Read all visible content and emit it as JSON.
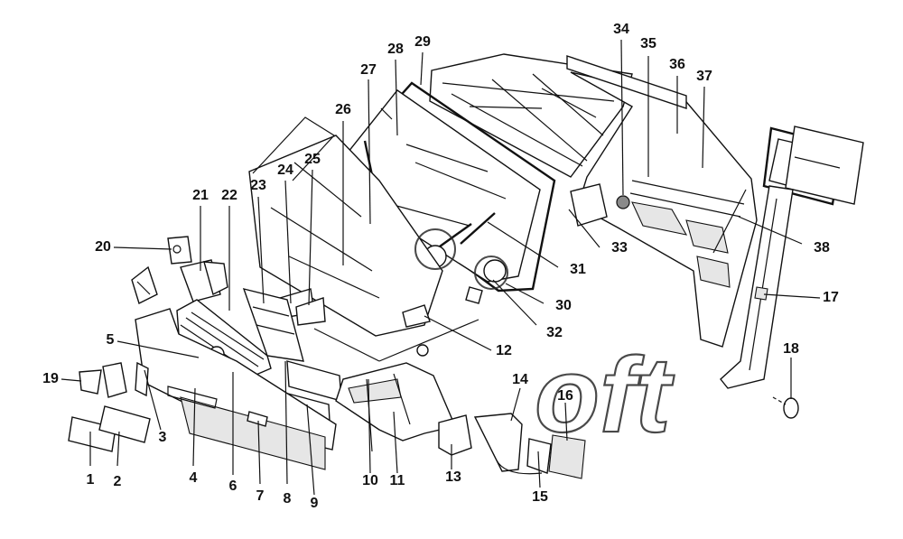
{
  "diagram": {
    "callouts": [
      {
        "n": "1"
      },
      {
        "n": "2"
      },
      {
        "n": "3"
      },
      {
        "n": "4"
      },
      {
        "n": "5"
      },
      {
        "n": "6"
      },
      {
        "n": "7"
      },
      {
        "n": "8"
      },
      {
        "n": "9"
      },
      {
        "n": "10"
      },
      {
        "n": "11"
      },
      {
        "n": "12"
      },
      {
        "n": "13"
      },
      {
        "n": "14"
      },
      {
        "n": "15"
      },
      {
        "n": "16"
      },
      {
        "n": "17"
      },
      {
        "n": "18"
      },
      {
        "n": "19"
      },
      {
        "n": "20"
      },
      {
        "n": "21"
      },
      {
        "n": "22"
      },
      {
        "n": "23"
      },
      {
        "n": "24"
      },
      {
        "n": "25"
      },
      {
        "n": "26"
      },
      {
        "n": "27"
      },
      {
        "n": "28"
      },
      {
        "n": "29"
      },
      {
        "n": "30"
      },
      {
        "n": "31"
      },
      {
        "n": "32"
      },
      {
        "n": "33"
      },
      {
        "n": "34"
      },
      {
        "n": "35"
      },
      {
        "n": "36"
      },
      {
        "n": "37"
      },
      {
        "n": "38"
      }
    ],
    "watermark": {
      "letters": "oft"
    }
  }
}
